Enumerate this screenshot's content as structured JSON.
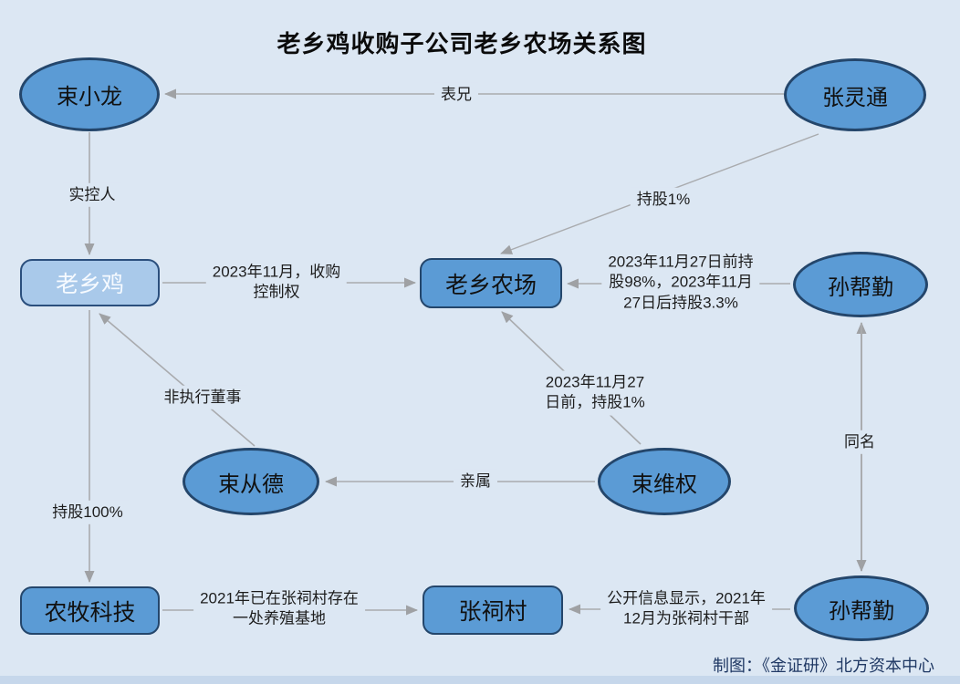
{
  "title": "老乡鸡收购子公司老乡农场关系图",
  "credit": "制图：《金证研》北方资本中心",
  "colors": {
    "background": "#DCE7F3",
    "node_fill": "#5B9BD5",
    "node_fill_light": "#A9C9EA",
    "node_border": "#24466B",
    "line": "#A9ABAE",
    "credit_text": "#1F3864"
  },
  "nodes": {
    "shu_xiaolong": {
      "label": "束小龙",
      "shape": "ellipse"
    },
    "zhang_lingtong": {
      "label": "张灵通",
      "shape": "ellipse"
    },
    "laoxiangji": {
      "label": "老乡鸡",
      "shape": "rounded-rect-light"
    },
    "laoxiang_farm": {
      "label": "老乡农场",
      "shape": "rounded-rect"
    },
    "sun_bangqin_top": {
      "label": "孙帮勤",
      "shape": "ellipse"
    },
    "shu_congde": {
      "label": "束从德",
      "shape": "ellipse"
    },
    "shu_weiquan": {
      "label": "束维权",
      "shape": "ellipse"
    },
    "nongmu_keji": {
      "label": "农牧科技",
      "shape": "rounded-rect"
    },
    "zhangcicun": {
      "label": "张祠村",
      "shape": "rounded-rect"
    },
    "sun_bangqin_bottom": {
      "label": "孙帮勤",
      "shape": "ellipse"
    }
  },
  "edges": {
    "biaoxiong": {
      "label": "表兄",
      "from": "zhang_lingtong",
      "to": "shu_xiaolong"
    },
    "shikongren": {
      "label": "实控人",
      "from": "shu_xiaolong",
      "to": "laoxiangji"
    },
    "chigu_1pct": {
      "label": "持股1%",
      "from": "zhang_lingtong",
      "to": "laoxiang_farm"
    },
    "acquire": {
      "label": "2023年11月，收购\n控制权",
      "from": "laoxiangji",
      "to": "laoxiang_farm"
    },
    "sun_holding": {
      "label": "2023年11月27日前持\n股98%，2023年11月\n27日后持股3.3%",
      "from": "sun_bangqin_top",
      "to": "laoxiang_farm"
    },
    "weiquan_holding": {
      "label": "2023年11月27\n日前，持股1%",
      "from": "shu_weiquan",
      "to": "laoxiang_farm"
    },
    "qinshu": {
      "label": "亲属",
      "from": "shu_weiquan",
      "to": "shu_congde"
    },
    "fei_zhixing_dongshi": {
      "label": "非执行董事",
      "from": "shu_congde",
      "to": "laoxiangji"
    },
    "chigu_100pct": {
      "label": "持股100%",
      "from": "laoxiangji",
      "to": "nongmu_keji"
    },
    "breeding_base": {
      "label": "2021年已在张祠村存在\n一处养殖基地",
      "from": "nongmu_keji",
      "to": "zhangcicun"
    },
    "public_info": {
      "label": "公开信息显示，2021年\n12月为张祠村干部",
      "from": "sun_bangqin_bottom",
      "to": "zhangcicun"
    },
    "tongming": {
      "label": "同名",
      "from": "sun_bangqin_bottom",
      "to": "sun_bangqin_top",
      "bidirectional": true
    }
  }
}
